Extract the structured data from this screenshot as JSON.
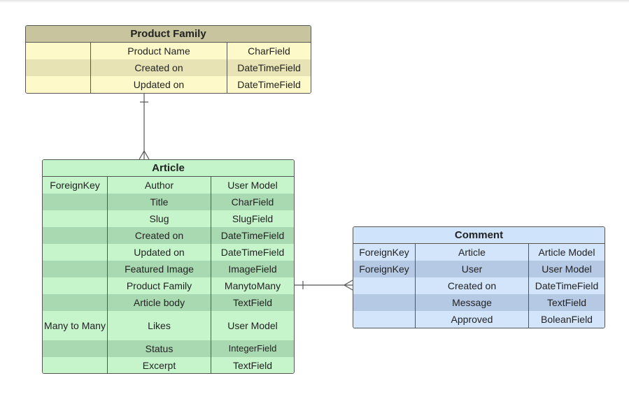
{
  "product_family": {
    "title": "Product Family",
    "rows": [
      {
        "key": "",
        "field": "Product Name",
        "type": "CharField"
      },
      {
        "key": "",
        "field": "Created on",
        "type": "DateTimeField"
      },
      {
        "key": "",
        "field": "Updated on",
        "type": "DateTimeField"
      }
    ]
  },
  "article": {
    "title": "Article",
    "rows": [
      {
        "key": "ForeignKey",
        "field": "Author",
        "type": "User Model"
      },
      {
        "key": "",
        "field": "Title",
        "type": "CharField"
      },
      {
        "key": "",
        "field": "Slug",
        "type": "SlugField"
      },
      {
        "key": "",
        "field": "Created on",
        "type": "DateTimeField"
      },
      {
        "key": "",
        "field": "Updated on",
        "type": "DateTimeField"
      },
      {
        "key": "",
        "field": "Featured Image",
        "type": "ImageField"
      },
      {
        "key": "",
        "field": "Product Family",
        "type": "ManytoMany"
      },
      {
        "key": "",
        "field": "Article body",
        "type": "TextField"
      },
      {
        "key": "Many to Many",
        "field": "Likes",
        "type": "User Model"
      },
      {
        "key": "",
        "field": "Status",
        "type": "IntegerField"
      },
      {
        "key": "",
        "field": "Excerpt",
        "type": "TextField"
      }
    ]
  },
  "comment": {
    "title": "Comment",
    "rows": [
      {
        "key": "ForeignKey",
        "field": "Article",
        "type": "Article Model"
      },
      {
        "key": "ForeignKey",
        "field": "User",
        "type": "User Model"
      },
      {
        "key": "",
        "field": "Created on",
        "type": "DateTimeField"
      },
      {
        "key": "",
        "field": "Message",
        "type": "TextField"
      },
      {
        "key": "",
        "field": "Approved",
        "type": "BoleanField"
      }
    ]
  },
  "colors": {
    "product_family_header": "#c8c49e",
    "product_family_row_light": "#fdf9c8",
    "product_family_row_dark": "#e8e3b4",
    "article_header": "#c4f4c9",
    "article_row_light": "#c6f5cc",
    "article_row_dark": "#a9d9b0",
    "comment_header": "#cfe3fa",
    "comment_row_light": "#d2e5fb",
    "comment_row_dark": "#b5c9e4",
    "border": "#555555"
  }
}
